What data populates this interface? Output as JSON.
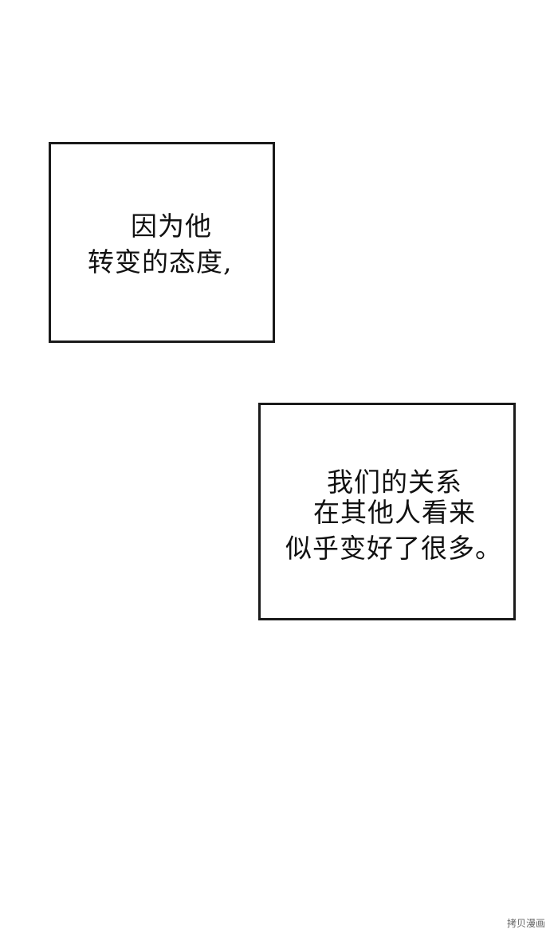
{
  "panels": [
    {
      "lines": [
        "因为他",
        "转变的态度,"
      ]
    },
    {
      "lines": [
        "我们的关系",
        "在其他人看来",
        "似乎变好了很多。"
      ]
    }
  ],
  "watermark": "拷贝漫画"
}
